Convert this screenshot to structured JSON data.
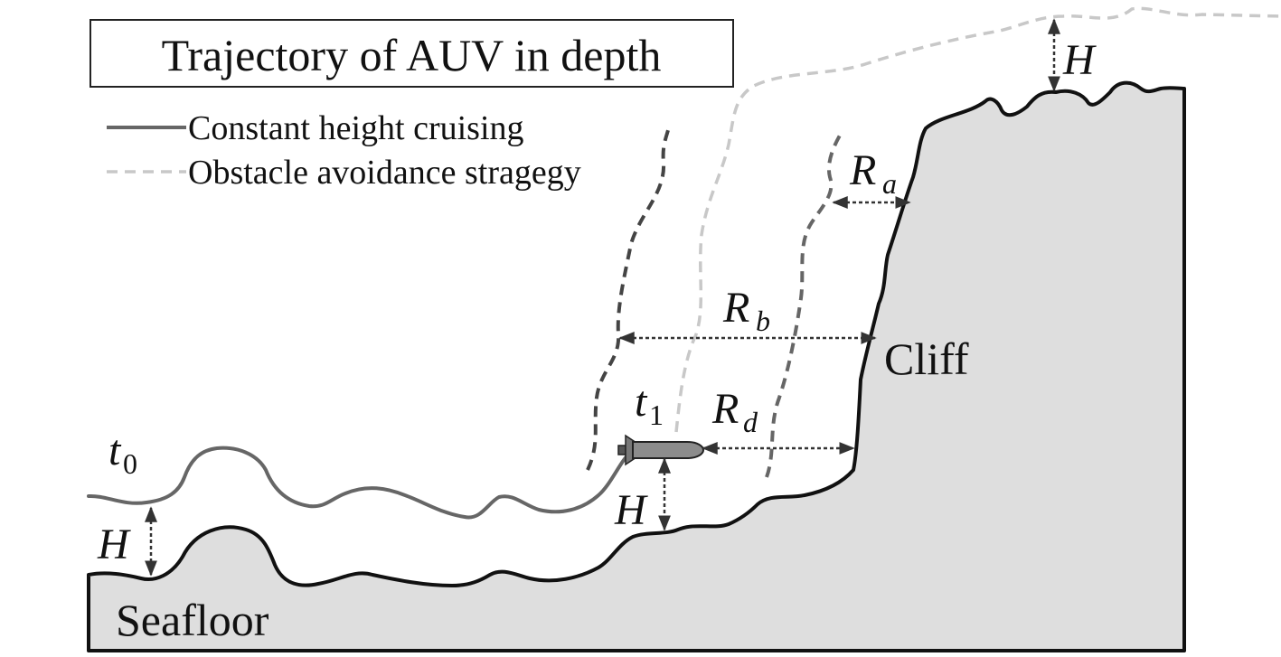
{
  "title": "Trajectory of AUV in depth",
  "legend": {
    "solid_label": "Constant height cruising",
    "dashed_label": "Obstacle avoidance stragegy"
  },
  "labels": {
    "cliff": "Cliff",
    "seafloor": "Seafloor",
    "H": "H",
    "R": "R",
    "t": "t",
    "sub_a": "a",
    "sub_b": "b",
    "sub_d": "d",
    "sub_0": "0",
    "sub_1": "1"
  },
  "colors": {
    "terrain_fill": "#dedede",
    "terrain_stroke": "#111111",
    "cruise_line": "#666666",
    "avoid_dark": "#444444",
    "avoid_mid": "#888888",
    "avoid_light": "#c8c8c8",
    "arrow": "#333333",
    "auv_body": "#8c8c8c"
  }
}
